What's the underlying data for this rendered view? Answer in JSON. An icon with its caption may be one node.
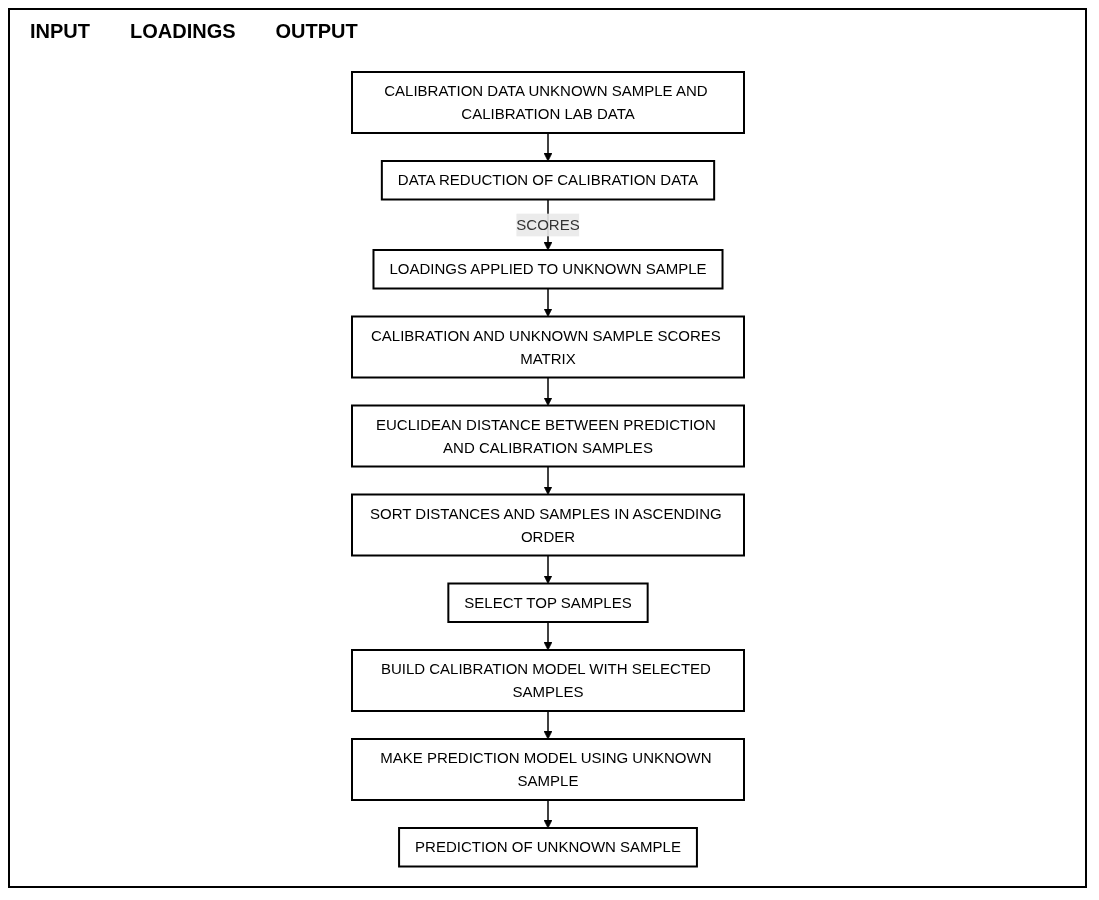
{
  "diagram": {
    "nodes": [
      {
        "text": [
          "CALIBRATION DATA UNKNOWN SAMPLE AND CALIBRATION LAB DATA"
        ]
      },
      {
        "text": [
          "DATA REDUCTION OF CALIBRATION DATA"
        ]
      },
      {
        "text": [
          "LOADINGS APPLIED TO UNKNOWN SAMPLE"
        ]
      },
      {
        "text": [
          "SORT DISTANCES AND SAMPLES IN ASCENDING ORDER"
        ]
      },
      {
        "text": [
          "EUCLIDEAN DISTANCE BETWEEN PREDICTION AND CALIBRATION SAMPLES"
        ]
      },
      {
        "text": [
          "CALIBRATION AND UNKNOWN SAMPLE SCORES MATRIX"
        ]
      },
      {
        "text": [
          "SELECT TOP SAMPLES"
        ]
      },
      {
        "text": [
          "BUILD CALIBRATION MODEL WITH SELECTED SAMPLES"
        ]
      },
      {
        "text": [
          "MAKE PREDICTION MODEL USING UNKNOWN SAMPLE"
        ]
      },
      {
        "text": [
          "PREDICTION OF UNKNOWN SAMPLE"
        ]
      }
    ],
    "edges": [
      {
        "from": 0,
        "to": 1,
        "arrow": "to"
      },
      {
        "from": 1,
        "to": 2,
        "arrow": "to",
        "label": "SCORES"
      },
      {
        "from": 2,
        "to": 5,
        "arrow": "to"
      },
      {
        "from": 5,
        "to": 4,
        "arrow": "to"
      },
      {
        "from": 4,
        "to": 3,
        "arrow": "to"
      },
      {
        "from": 3,
        "to": 6,
        "arrow": "to"
      },
      {
        "from": 6,
        "to": 7,
        "arrow": "to"
      },
      {
        "from": 7,
        "to": 8,
        "arrow": "to"
      },
      {
        "from": 8,
        "to": 9,
        "arrow": "to"
      }
    ],
    "labels": [
      "INPUT",
      "LOADINGS",
      "OUTPUT"
    ]
  }
}
